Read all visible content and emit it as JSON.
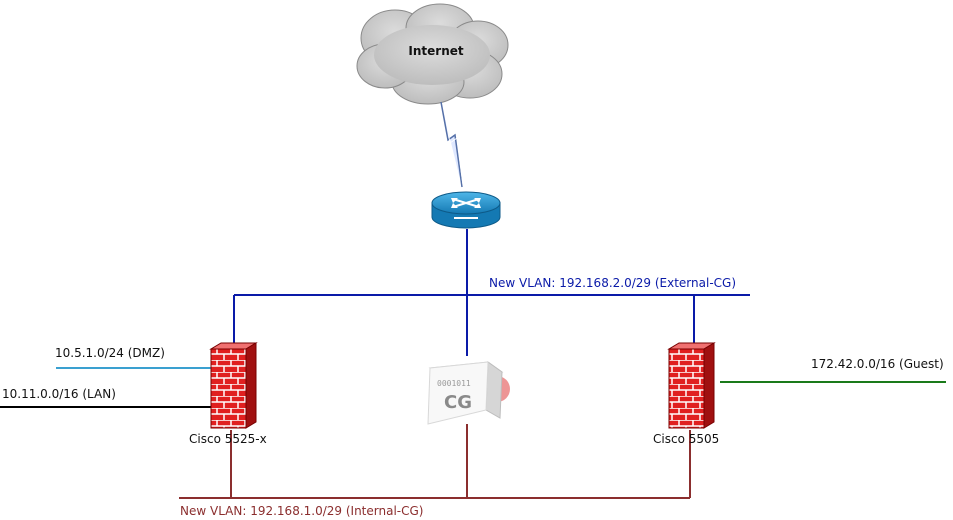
{
  "internet": {
    "label": "Internet"
  },
  "networks": {
    "external": {
      "label": "New VLAN: 192.168.2.0/29 (External-CG)",
      "color": "#0a1aa8"
    },
    "internal": {
      "label": "New VLAN: 192.168.1.0/29 (Internal-CG)",
      "color": "#8b2e2e"
    },
    "dmz": {
      "label": "10.5.1.0/24 (DMZ)",
      "color": "#3aa0d0"
    },
    "lan": {
      "label": "10.11.0.0/16 (LAN)",
      "color": "#000000"
    },
    "guest": {
      "label": "172.42.0.0/16 (Guest)",
      "color": "#1a7a1a"
    }
  },
  "devices": {
    "fw_left": {
      "label": "Cisco 5525-x",
      "icon": "firewall-icon"
    },
    "fw_right": {
      "label": "Cisco 5505",
      "icon": "firewall-icon"
    },
    "router": {
      "icon": "router-icon"
    },
    "cg_server": {
      "bits": "0001011",
      "logo": "CG",
      "icon": "cg-appliance-icon"
    }
  },
  "colors": {
    "cloud": "#c9c9c9",
    "firewall": "#e02020",
    "router": "#1a8fc8"
  }
}
